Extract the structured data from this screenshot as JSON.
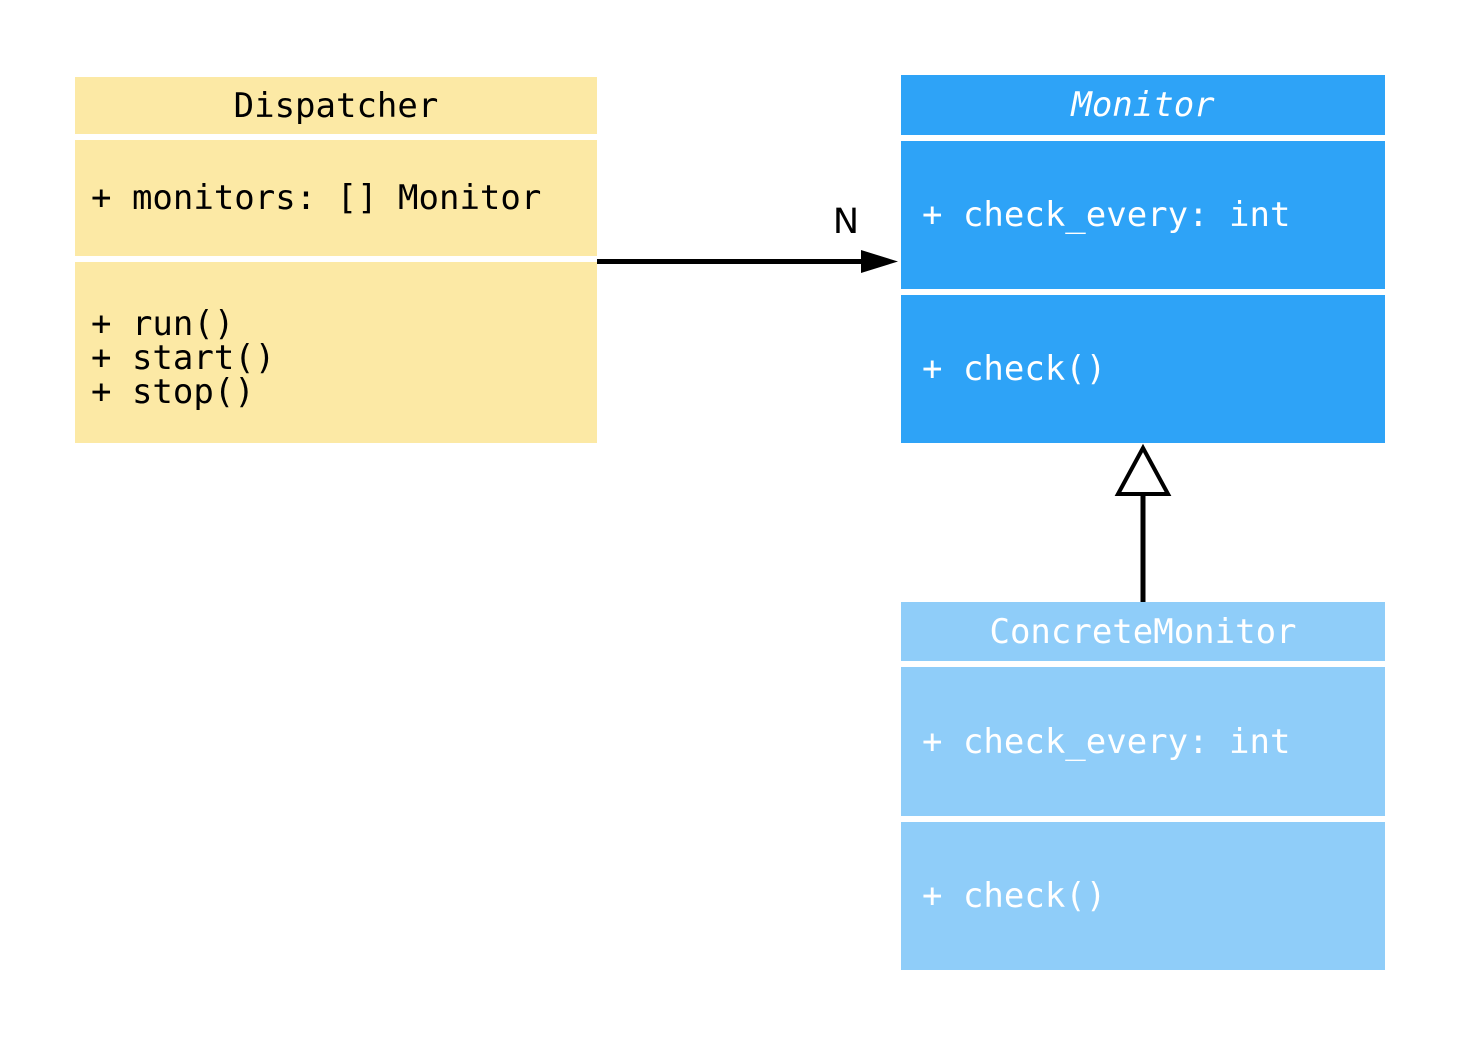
{
  "colors": {
    "canvas-bg": "#ffffff",
    "dispatcher-fill": "#FCE9A5",
    "monitor-fill": "#2EA3F7",
    "concrete-monitor-fill": "#8FCDF9",
    "dispatcher-text": "#000000",
    "monitor-text": "#ffffff",
    "connector": "#000000"
  },
  "classes": {
    "dispatcher": {
      "title": "Dispatcher",
      "attributes": [
        "+ monitors: [] Monitor"
      ],
      "methods": [
        "+ run()",
        "+ start()",
        "+ stop()"
      ]
    },
    "monitor": {
      "title": "Monitor",
      "abstract": true,
      "attributes": [
        "+ check_every: int"
      ],
      "methods": [
        "+ check()"
      ]
    },
    "concrete_monitor": {
      "title": "ConcreteMonitor",
      "attributes": [
        "+ check_every: int"
      ],
      "methods": [
        "+ check()"
      ]
    }
  },
  "relationships": {
    "association": {
      "from": "Dispatcher",
      "to": "Monitor",
      "multiplicity_label": "N"
    },
    "inheritance": {
      "from": "ConcreteMonitor",
      "to": "Monitor"
    }
  }
}
